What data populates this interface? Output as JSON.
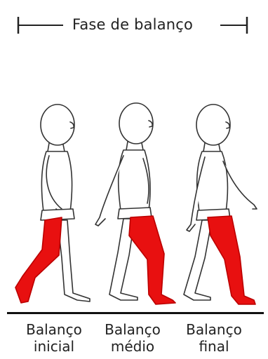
{
  "header": {
    "title": "Fase de balanço"
  },
  "figures": [
    {
      "line1": "Balanço",
      "line2": "inicial",
      "highlight_color": "#e81010"
    },
    {
      "line1": "Balanço",
      "line2": "médio",
      "highlight_color": "#e81010"
    },
    {
      "line1": "Balanço",
      "line2": "final",
      "highlight_color": "#e81010"
    }
  ],
  "colors": {
    "outline": "#333333",
    "leg_highlight": "#e81010",
    "ground": "#111111"
  }
}
